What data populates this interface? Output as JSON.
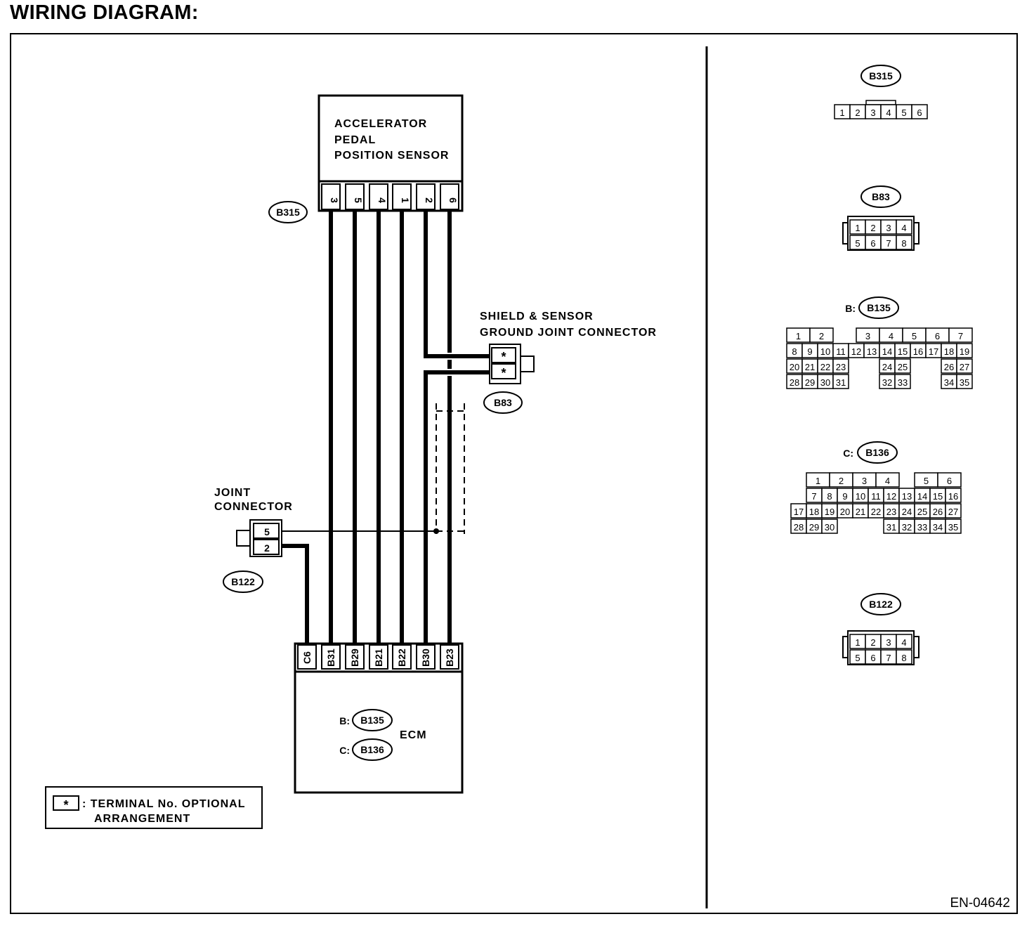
{
  "title": "WIRING DIAGRAM:",
  "doc_code": "EN-04642",
  "sensor": {
    "lines": [
      "ACCELERATOR",
      "PEDAL",
      "POSITION SENSOR"
    ],
    "connector": "B315",
    "pins": [
      "3",
      "5",
      "4",
      "1",
      "2",
      "6"
    ]
  },
  "shield": {
    "lines": [
      "SHIELD & SENSOR",
      "GROUND JOINT CONNECTOR"
    ],
    "connector": "B83",
    "pins": [
      "*",
      "*"
    ]
  },
  "joint": {
    "lines": [
      "JOINT",
      "CONNECTOR"
    ],
    "connector": "B122",
    "pins": [
      "5",
      "2"
    ]
  },
  "ecm": {
    "name": "ECM",
    "pins": [
      "C6",
      "B31",
      "B29",
      "B21",
      "B22",
      "B30",
      "B23"
    ],
    "conn_b_prefix": "B:",
    "conn_b": "B135",
    "conn_c_prefix": "C:",
    "conn_c": "B136"
  },
  "legend": {
    "symbol": "*",
    "line1": ": TERMINAL No. OPTIONAL",
    "line2": "ARRANGEMENT"
  },
  "connector_views": {
    "b315": {
      "label": "B315",
      "pins": [
        "1",
        "2",
        "3",
        "4",
        "5",
        "6"
      ]
    },
    "b83": {
      "label": "B83",
      "rows": [
        [
          "1",
          "2",
          "3",
          "4"
        ],
        [
          "5",
          "6",
          "7",
          "8"
        ]
      ]
    },
    "b135": {
      "prefix": "B:",
      "label": "B135",
      "top_left": [
        "1",
        "2"
      ],
      "top_right": [
        "3",
        "4",
        "5",
        "6",
        "7"
      ],
      "row2": [
        "8",
        "9",
        "10",
        "11",
        "12",
        "13",
        "14",
        "15",
        "16",
        "17",
        "18",
        "19"
      ],
      "row3_left": [
        "20",
        "21",
        "22",
        "23"
      ],
      "row3_mid": [
        "24",
        "25"
      ],
      "row3_right": [
        "26",
        "27"
      ],
      "row4_left": [
        "28",
        "29",
        "30",
        "31"
      ],
      "row4_mid": [
        "32",
        "33"
      ],
      "row4_right": [
        "34",
        "35"
      ]
    },
    "b136": {
      "prefix": "C:",
      "label": "B136",
      "top_left": [
        "1",
        "2",
        "3",
        "4"
      ],
      "top_right": [
        "5",
        "6"
      ],
      "row2": [
        "7",
        "8",
        "9",
        "10",
        "11",
        "12",
        "13",
        "14",
        "15",
        "16"
      ],
      "row3": [
        "17",
        "18",
        "19",
        "20",
        "21",
        "22",
        "23",
        "24",
        "25",
        "26",
        "27"
      ],
      "row4_left": [
        "28",
        "29",
        "30"
      ],
      "row4_right": [
        "31",
        "32",
        "33",
        "34",
        "35"
      ]
    },
    "b122": {
      "label": "B122",
      "rows": [
        [
          "1",
          "2",
          "3",
          "4"
        ],
        [
          "5",
          "6",
          "7",
          "8"
        ]
      ]
    }
  }
}
